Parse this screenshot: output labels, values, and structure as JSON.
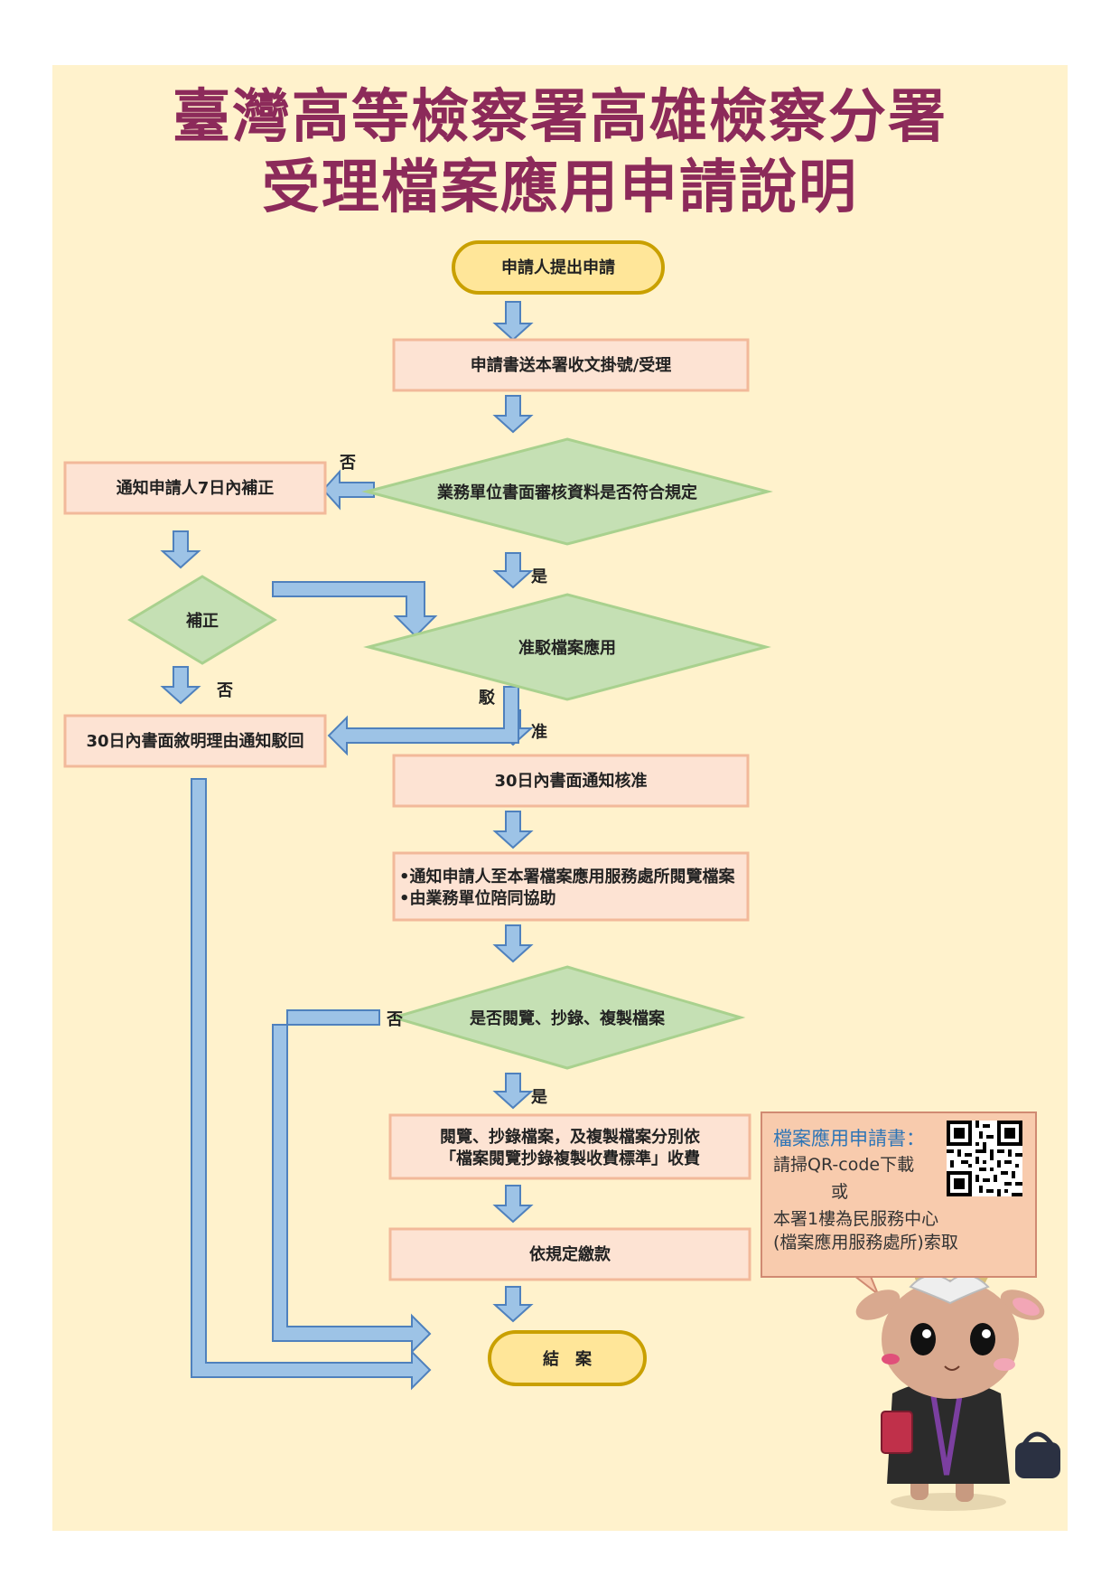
{
  "title": {
    "line1": "臺灣高等檢察署高雄檢察分署",
    "line2": "受理檔案應用申請說明"
  },
  "nodes": {
    "start": "申請人提出申請",
    "receive": "申請書送本署收文掛號/受理",
    "review": "業務單位書面審核資料是否符合規定",
    "notify_fix": "通知申請人7日內補正",
    "fix": "補正",
    "approve_decision": "准駁檔案應用",
    "reject_notice": "30日內書面敘明理由通知駁回",
    "approve_notice": "30日內書面通知核准",
    "visit_line1": "•通知申請人至本署檔案應用服務處所閱覽檔案",
    "visit_line2": "•由業務單位陪同協助",
    "view_decision": "是否閱覽、抄錄、複製檔案",
    "fee_line1": "閱覽、抄錄檔案，及複製檔案分別依",
    "fee_line2": "「檔案閱覽抄錄複製收費標準」收費",
    "pay": "依規定繳款",
    "end": "結　案"
  },
  "labels": {
    "review_no": "否",
    "review_yes": "是",
    "fix_no": "否",
    "reject": "駁",
    "approve": "准",
    "view_no": "否",
    "view_yes": "是"
  },
  "callout": {
    "title": "檔案應用申請書：",
    "line1": "請掃QR-code下載",
    "line2": "或",
    "line3": "本署1樓為民服務中心",
    "line4": "(檔案應用服務處所)索取"
  },
  "colors": {
    "title": "#8c2a5a",
    "box_fill": "#fde3d3",
    "box_stroke": "#f2b99a",
    "diamond_fill": "#c5e0b4",
    "diamond_stroke": "#a9d18e",
    "terminal_fill": "#ffe699",
    "terminal_stroke": "#c9a000",
    "arrow_fill": "#9dc3e6",
    "arrow_stroke": "#4f81bd",
    "callout_title": "#2e75b6"
  }
}
